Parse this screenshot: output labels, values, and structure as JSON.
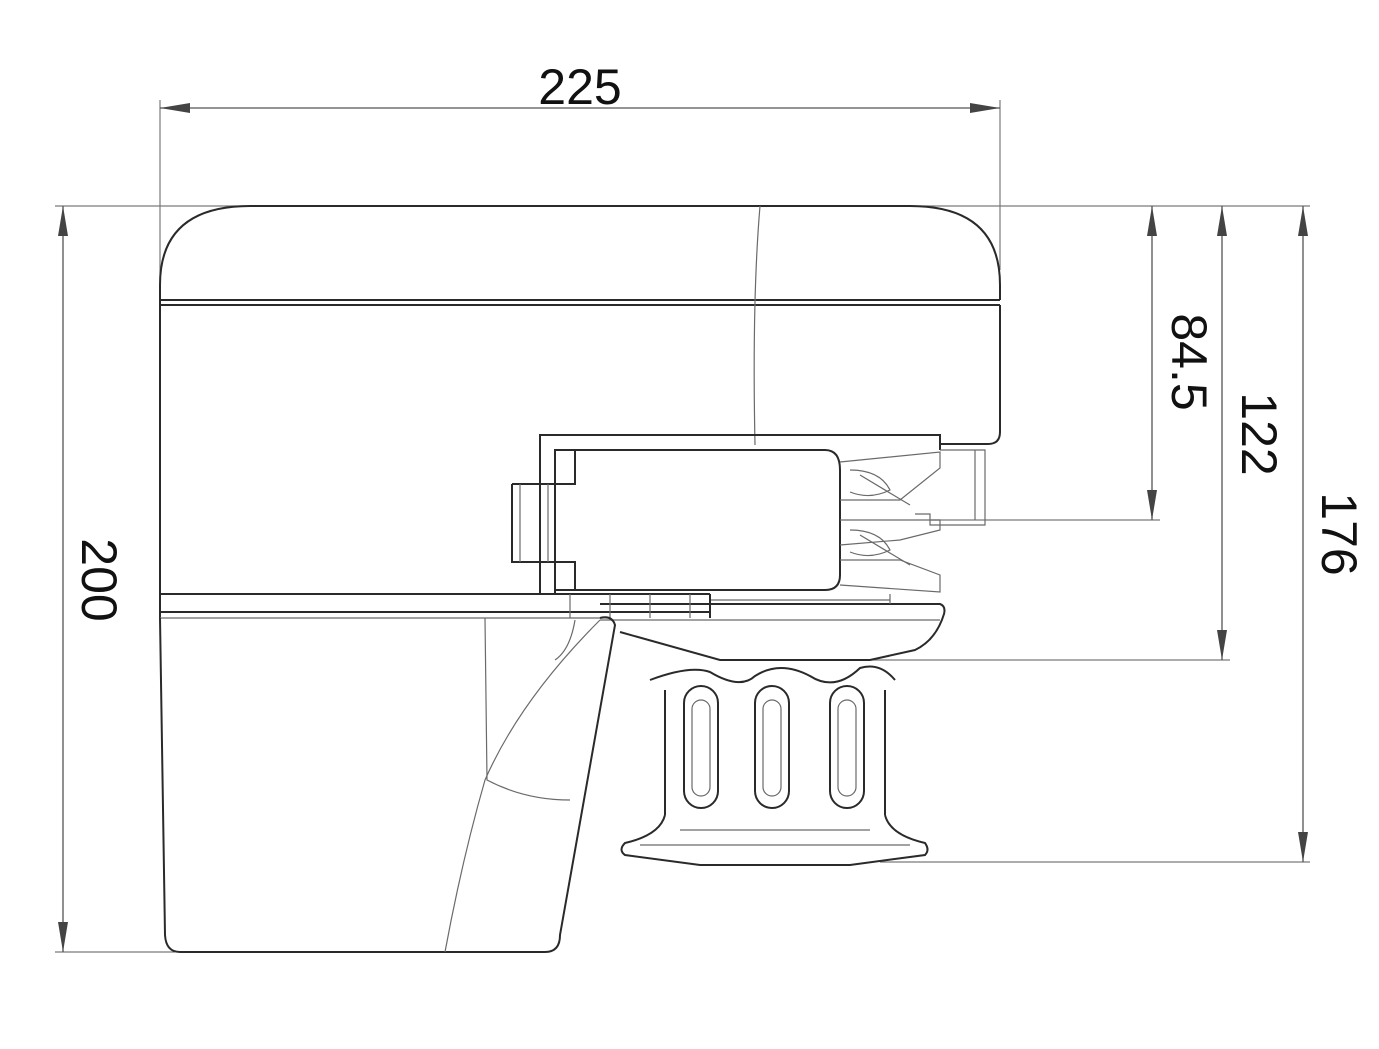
{
  "drawing": {
    "dimensions": {
      "overall_width": "225",
      "overall_height": "200",
      "height_84_5": "84.5",
      "height_122": "122",
      "height_176": "176"
    },
    "colors": {
      "line": "#2a2a2a",
      "dim_line": "#555555",
      "background": "#ffffff"
    }
  }
}
